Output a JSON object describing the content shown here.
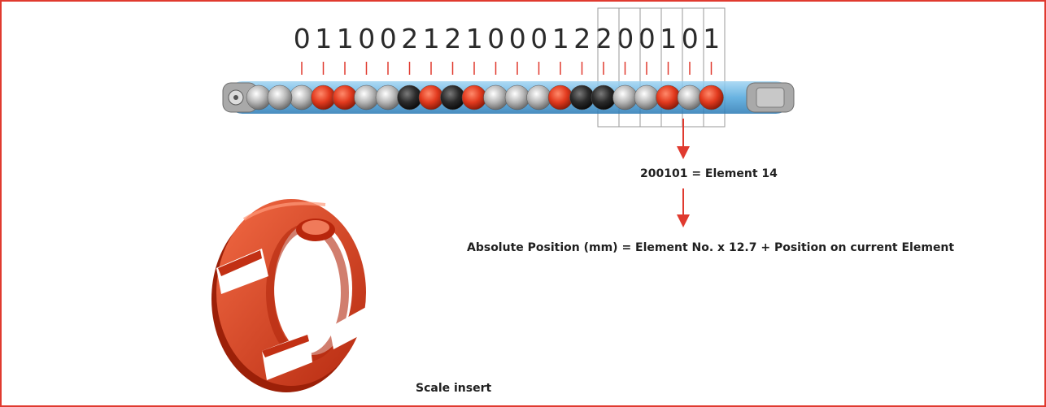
{
  "code_digits": [
    "0",
    "1",
    "1",
    "0",
    "0",
    "2",
    "1",
    "2",
    "1",
    "0",
    "0",
    "0",
    "1",
    "2",
    "2",
    "0",
    "0",
    "1",
    "0",
    "1"
  ],
  "element_result": "200101 = Element 14",
  "formula": "Absolute Position (mm) = Element No. x 12.7 + Position on current Element",
  "insert_label": "Scale insert",
  "colors": {
    "frame": "#e03a2f",
    "accent": "#e23a1e",
    "rod": "#4fa6dc",
    "ball_dark": "#2b2b2b",
    "ball_gray": "#b8b8b8"
  },
  "ball_types": [
    "g",
    "r",
    "r",
    "g",
    "g",
    "d",
    "r",
    "d",
    "r",
    "g",
    "g",
    "g",
    "r",
    "d",
    "d",
    "g",
    "g",
    "r",
    "g",
    "r"
  ]
}
